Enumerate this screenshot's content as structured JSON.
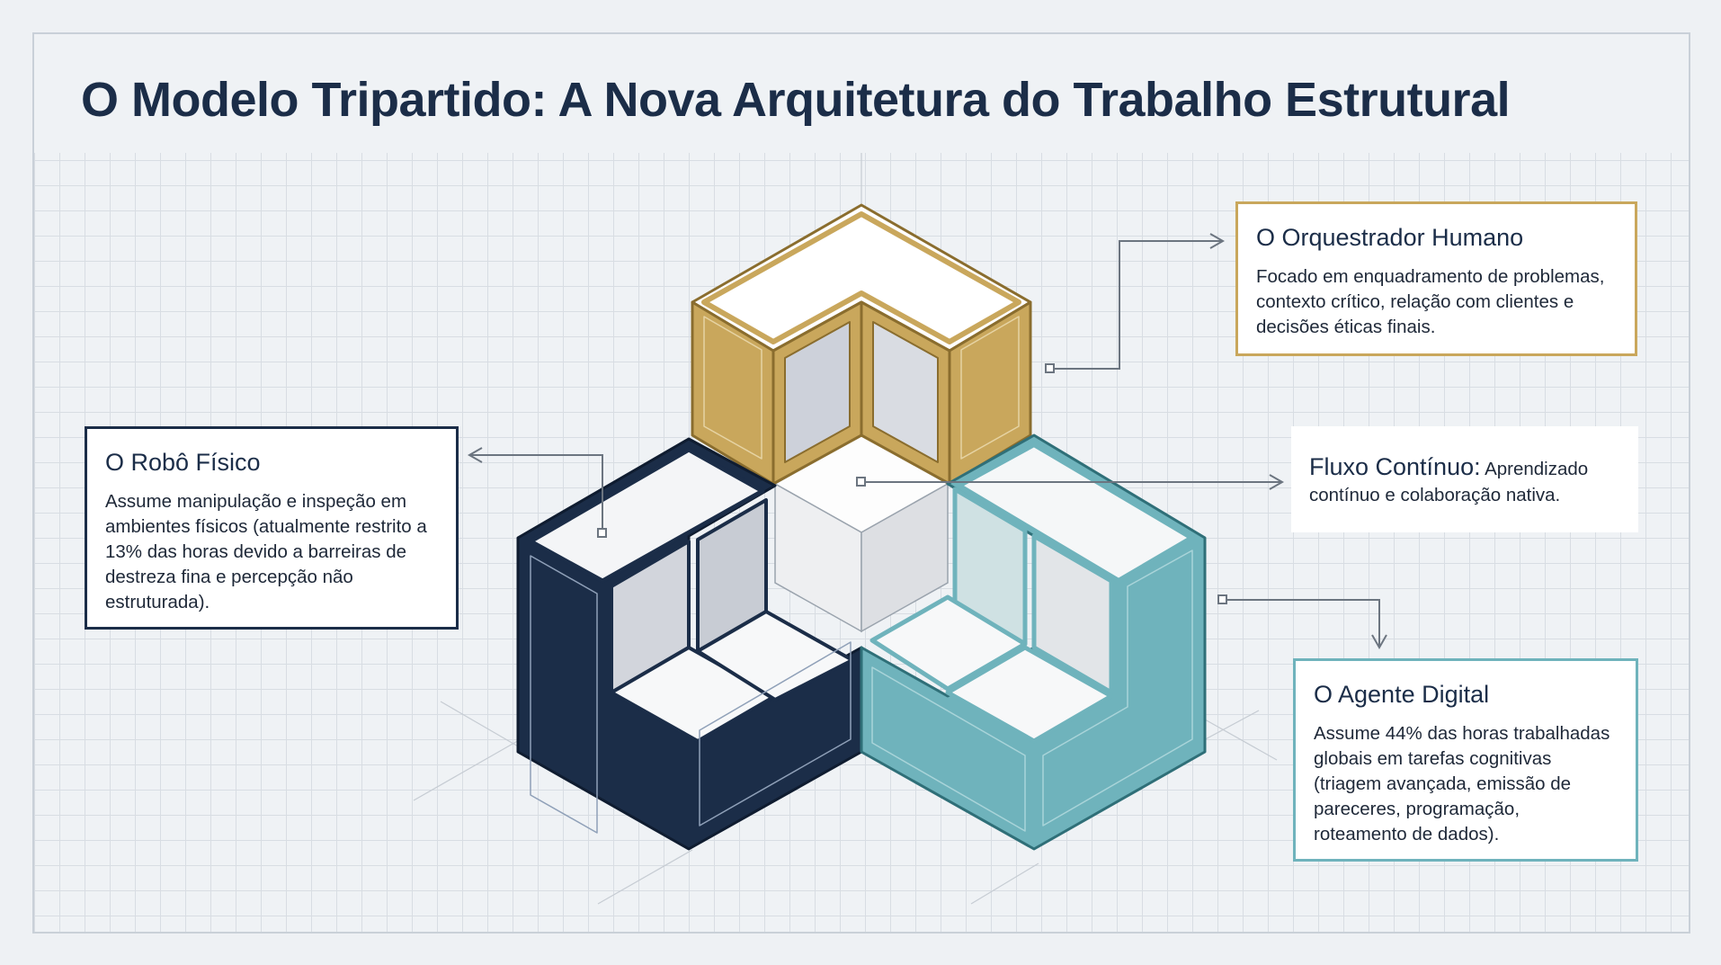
{
  "title": "O Modelo Tripartido: A Nova Arquitetura do Trabalho Estrutural",
  "cards": {
    "human": {
      "title": "O Orquestrador Humano",
      "text": "Focado em enquadramento de problemas, contexto crítico, relação com clientes e decisões éticas finais."
    },
    "robot": {
      "title": "O Robô Físico",
      "text": "Assume manipulação e inspeção em ambientes físicos (atualmente restrito a 13% das horas devido a barreiras de destreza fina e percepção não estruturada)."
    },
    "flow": {
      "title": "Fluxo Contínuo:",
      "text_line1": "Aprendizado",
      "text_line2": "contínuo e colaboração nativa."
    },
    "agent": {
      "title": "O Agente Digital",
      "text": "Assume 44% das horas trabalhadas globais em tarefas cognitivas (triagem avançada, emissão de pareceres, programação, roteamento de dados)."
    }
  },
  "colors": {
    "gold": "#c9a75c",
    "navy": "#1b2d48",
    "teal": "#6fb3bc",
    "background": "#eff2f5"
  }
}
